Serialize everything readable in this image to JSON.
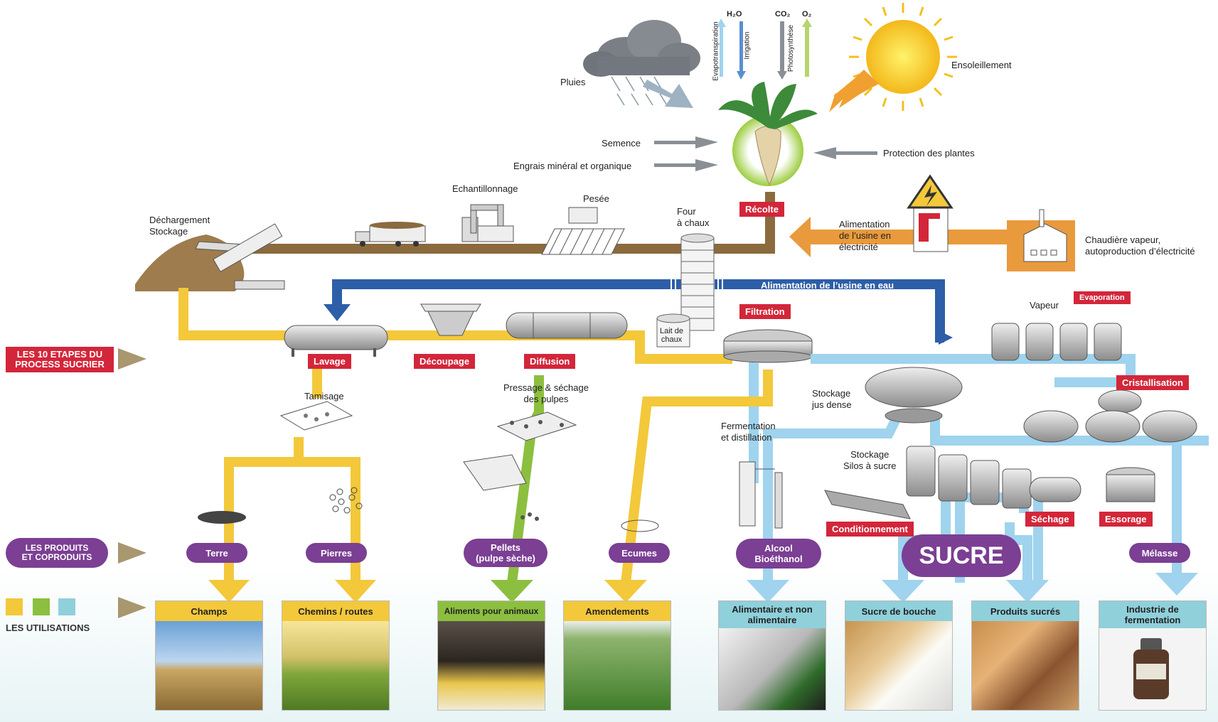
{
  "steps_title": "LES 10 ETAPES DU\nPROCESS SUCRIER",
  "products_title": "LES PRODUITS\nET COPRODUITS",
  "uses_title": "LES UTILISATIONS",
  "inputs": {
    "h2o": "H₂O",
    "co2": "CO₂",
    "o2": "O₂",
    "evapotranspiration": "Evapotranspiration",
    "irrigation": "Irrigation",
    "photosynthese": "Photosynthèse",
    "pluies": "Pluies",
    "ensoleillement": "Ensoleillement",
    "semence": "Semence",
    "engrais": "Engrais minéral et organique",
    "protection": "Protection des plantes"
  },
  "labels": {
    "dechargement": "Déchargement\nStockage",
    "echantillonnage": "Echantillonnage",
    "pesee": "Pesée",
    "four": "Four\nà chaux",
    "lait": "Lait de\nchaux",
    "alim_elec": "Alimentation\nde l’usine en\nélectricité",
    "chaudiere": "Chaudière vapeur,\nautoproduction d’électricité",
    "alim_eau": "Alimentation de l’usine en eau",
    "vapeur": "Vapeur",
    "tamisage": "Tamisage",
    "pressage": "Pressage & séchage\ndes pulpes",
    "stockage_jus": "Stockage\njus dense",
    "fermentation": "Fermentation\net distillation",
    "stockage_silos": "Stockage\nSilos à sucre"
  },
  "steps": {
    "recolte": "Récolte",
    "lavage": "Lavage",
    "decoupage": "Découpage",
    "diffusion": "Diffusion",
    "filtration": "Filtration",
    "evaporation": "Evaporation",
    "cristallisation": "Cristallisation",
    "sechage": "Séchage",
    "essorage": "Essorage",
    "conditionnement": "Conditionnement"
  },
  "products": {
    "terre": "Terre",
    "pierres": "Pierres",
    "pellets": "Pellets\n(pulpe sèche)",
    "ecumes": "Ecumes",
    "alcool": "Alcool\nBioéthanol",
    "sucre": "SUCRE",
    "melasse": "Mélasse"
  },
  "uses": {
    "champs": "Champs",
    "chemins": "Chemins / routes",
    "aliments": "Aliments pour animaux",
    "amendements": "Amendements",
    "alimentaire": "Alimentaire et\nnon alimentaire",
    "sucre_bouche": "Sucre de bouche",
    "produits_sucres": "Produits sucrés",
    "industrie": "Industrie de\nfermentation"
  },
  "colors": {
    "brown": "#8b6a3e",
    "yellow": "#f3c83a",
    "green": "#8cbf3f",
    "blue": "#2d5ea8",
    "lightblue": "#9fd3ee",
    "orange": "#e99a3c",
    "red": "#d3263a",
    "purple": "#7b3f93",
    "teal": "#5bb8c6"
  }
}
